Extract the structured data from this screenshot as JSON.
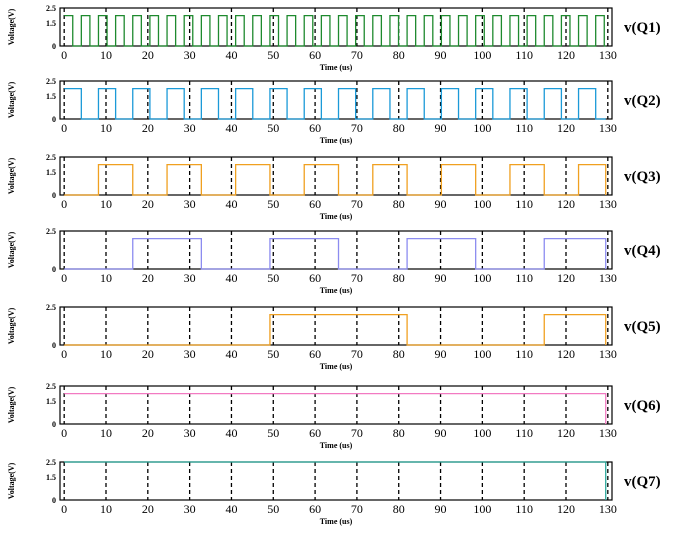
{
  "chart_data": {
    "type": "line",
    "layout": "stacked-subplots",
    "shared": {
      "xlabel": "Time (us)",
      "xlim": [
        -1,
        131
      ],
      "xticks": [
        0,
        10,
        20,
        30,
        40,
        50,
        60,
        70,
        80,
        90,
        100,
        110,
        120,
        130
      ],
      "ylabel": "Voltage(V)",
      "ylim": [
        0,
        2.5
      ],
      "grid": "vertical-dashed-at-ticks",
      "vgrid_at": [
        0,
        10,
        20,
        30,
        40,
        50,
        60,
        70,
        80,
        90,
        100,
        110,
        120,
        130
      ]
    },
    "panels": [
      {
        "label": "v(Q1)",
        "color": "#1e8a2e",
        "yticks": [
          "2.5",
          "1.5",
          "0"
        ],
        "ytick_values": [
          2.5,
          1.5,
          0
        ],
        "high": 2.0,
        "low": 0,
        "period": 4.1,
        "phase": 0,
        "t_end": 129.5
      },
      {
        "label": "v(Q2)",
        "color": "#1b9ad8",
        "yticks": [
          "2.5",
          "1.5",
          "0"
        ],
        "ytick_values": [
          2.5,
          1.5,
          0
        ],
        "high": 2.0,
        "low": 0,
        "period": 8.2,
        "phase": 0,
        "t_end": 129.5
      },
      {
        "label": "v(Q3)",
        "color": "#f0a020",
        "yticks": [
          "2.5",
          "1.5",
          "0"
        ],
        "ytick_values": [
          2.5,
          1.5,
          0
        ],
        "high": 2.0,
        "low": 0,
        "period": 16.4,
        "phase": 8.2,
        "t_end": 129.5
      },
      {
        "label": "v(Q4)",
        "color": "#8c8cf0",
        "yticks": [
          "2.5",
          "0"
        ],
        "ytick_values": [
          2.5,
          0
        ],
        "high": 2.0,
        "low": 0,
        "period": 32.8,
        "phase": 16.4,
        "t_end": 129.5
      },
      {
        "label": "v(Q5)",
        "color": "#f0a020",
        "yticks": [
          "2.5",
          "0"
        ],
        "ytick_values": [
          2.5,
          0
        ],
        "high": 2.0,
        "low": 0,
        "period": 65.6,
        "phase": 49.2,
        "t_end": 129.5
      },
      {
        "label": "v(Q6)",
        "color": "#f27ac2",
        "yticks": [
          "2.5",
          "1.5",
          "0"
        ],
        "ytick_values": [
          2.5,
          1.5,
          0
        ],
        "high": 2.0,
        "low": 0,
        "period": 131.2,
        "phase": 98.4,
        "t_end": 129.5,
        "start_value": 2.0
      },
      {
        "label": "v(Q7)",
        "color": "#2aa89a",
        "yticks": [
          "2.5",
          "1.5",
          "0"
        ],
        "ytick_values": [
          2.5,
          1.5,
          0
        ],
        "high": 2.5,
        "low": 0,
        "period": 262.4,
        "phase": 196.8,
        "t_end": 129.5,
        "start_value": 2.5
      }
    ]
  }
}
